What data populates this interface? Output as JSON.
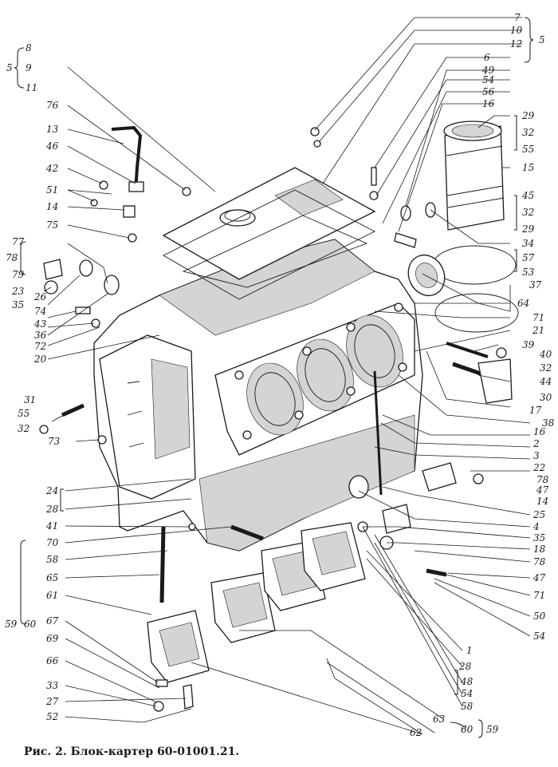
{
  "caption": "Рис. 2. Блок-картер 60-01001.21.",
  "callouts": {
    "c7": "7",
    "c10": "10",
    "c12": "12",
    "c5a": "5",
    "c6": "6",
    "c49": "49",
    "c54a": "54",
    "c56": "56",
    "c16a": "16",
    "c29a": "29",
    "c32a": "32",
    "c55a": "55",
    "c15": "15",
    "c45": "45",
    "c32b": "32",
    "c29b": "29",
    "c34": "34",
    "c57": "57",
    "c53": "53",
    "c37": "37",
    "c64": "64",
    "c71a": "71",
    "c21": "21",
    "c39": "39",
    "c40": "40",
    "c32c": "32",
    "c44": "44",
    "c30": "30",
    "c17": "17",
    "c38": "38",
    "c16b": "16",
    "c2": "2",
    "c3": "3",
    "c22": "22",
    "c78a": "78",
    "c47a": "47",
    "c14b": "14",
    "c25": "25",
    "c4": "4",
    "c35b": "35",
    "c18": "18",
    "c78b": "78",
    "c47b": "47",
    "c71b": "71",
    "c50": "50",
    "c54b": "54",
    "c1": "1",
    "c28b": "28",
    "c48": "48",
    "c54c": "54",
    "c58b": "58",
    "c63": "63",
    "c60b": "60",
    "c59b": "59",
    "c5b": "5",
    "c8": "8",
    "c9": "9",
    "c11": "11",
    "c76": "76",
    "c13": "13",
    "c46": "46",
    "c42": "42",
    "c51": "51",
    "c14a": "14",
    "c75": "75",
    "c77": "77",
    "c78c": "78",
    "c79": "79",
    "c23": "23",
    "c35a": "35",
    "c26": "26",
    "c74": "74",
    "c43": "43",
    "c36": "36",
    "c72": "72",
    "c20": "20",
    "c31": "31",
    "c55b": "55",
    "c32d": "32",
    "c73": "73",
    "c24": "24",
    "c28a": "28",
    "c41": "41",
    "c70": "70",
    "c58a": "58",
    "c65": "65",
    "c61": "61",
    "c59a": "59",
    "c60a": "60",
    "c67": "67",
    "c69": "69",
    "c66": "66",
    "c33": "33",
    "c27": "27",
    "c52": "52",
    "c62": "62"
  }
}
